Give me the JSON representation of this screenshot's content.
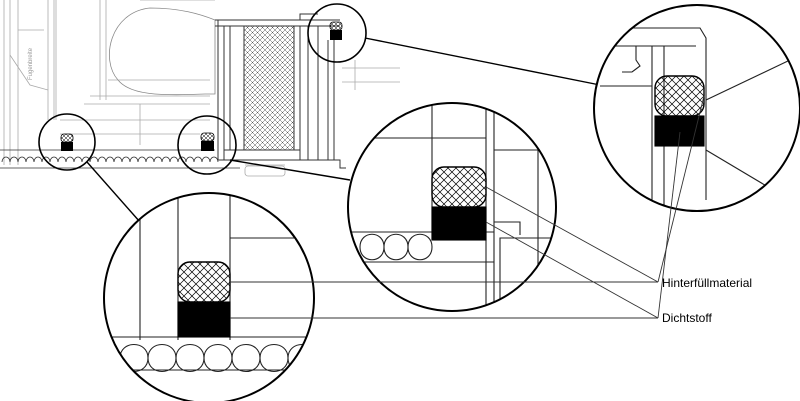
{
  "labels": {
    "backfill": "Hinterfüllmaterial",
    "sealant": "Dichtstoff"
  },
  "faint_text": "Fugenbreite",
  "colors": {
    "line": "#222222",
    "sealant": "#000000",
    "background": "#ffffff"
  }
}
